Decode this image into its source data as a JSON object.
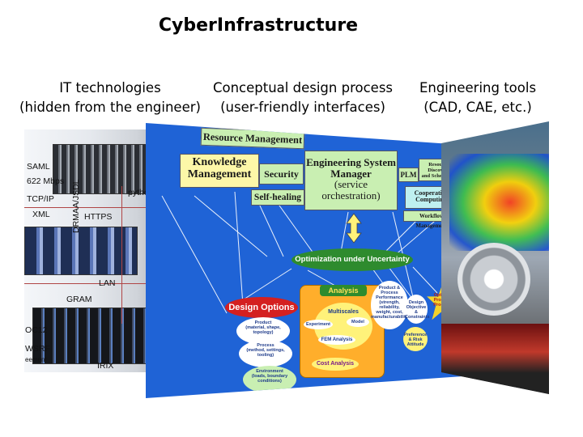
{
  "title": "CyberInfrastructure",
  "columns": {
    "it": {
      "line1": "IT technologies",
      "line2": "(hidden from the engineer)"
    },
    "design": {
      "line1": "Conceptual design process",
      "line2": "(user-friendly interfaces)"
    },
    "tools": {
      "line1": "Engineering tools",
      "line2": "(CAD, CAE, etc.)"
    }
  },
  "it_panel": {
    "tags": [
      "SAML",
      "622 Mbps",
      "TCP/IP",
      "XML",
      "HTTPS",
      "DRMAA/JSDL",
      "pytho",
      "LAN",
      "GRAM",
      "OC12",
      "WSRF",
      "eement",
      "IRIX"
    ]
  },
  "design_panel": {
    "resource_management": "Resource Management",
    "knowledge_management": [
      "Knowledge",
      "Management"
    ],
    "security": "Security",
    "self_healing": "Self-healing",
    "esm": [
      "Engineering System",
      "Manager",
      "(service orchestration)"
    ],
    "plm": "PLM",
    "resource_discovery": [
      "Resource Discovery",
      "and Scheduling"
    ],
    "cooperative_computing": [
      "Cooperative",
      "Computing"
    ],
    "workflow_management": "Workflow Management",
    "optimization": "Optimization under Uncertainty",
    "design_options": "Design Options",
    "product": [
      "Product",
      "(material, shape,",
      "topology)"
    ],
    "process": [
      "Process",
      "(method, settings,",
      "tooling)"
    ],
    "environment": [
      "Environment",
      "(loads, boundary",
      "conditions)"
    ],
    "analysis": "Analysis",
    "multiscales": "Multiscales",
    "experiment": "Experiment",
    "model": "Model",
    "fem_analysis": "FEM Analysis",
    "cost_analysis": "Cost Analysis",
    "product_performance": [
      "Product &",
      "Process",
      "Performance",
      "(strength, reliability,",
      "weight, cost,",
      "manufacturability)"
    ],
    "design_objective": [
      "Design",
      "Objective &",
      "Constraints"
    ],
    "preference": [
      "Preference",
      "& Risk",
      "Attitude"
    ],
    "optimal_process": [
      "Optimal",
      "Product",
      "Process"
    ]
  },
  "colors": {
    "panel_blue": "#1f63d6",
    "box_yellow": "#fdf7a8",
    "box_green": "#c9efb2",
    "analysis_orange": "#ffae2b",
    "pill_green": "#2e8b2e",
    "design_options_red": "#d42020",
    "line_color": "#b04545"
  },
  "icons": [
    "server-rack",
    "arrow-updown-icon",
    "robot-icon",
    "cfd-plot",
    "turbine-disc",
    "car-model"
  ]
}
